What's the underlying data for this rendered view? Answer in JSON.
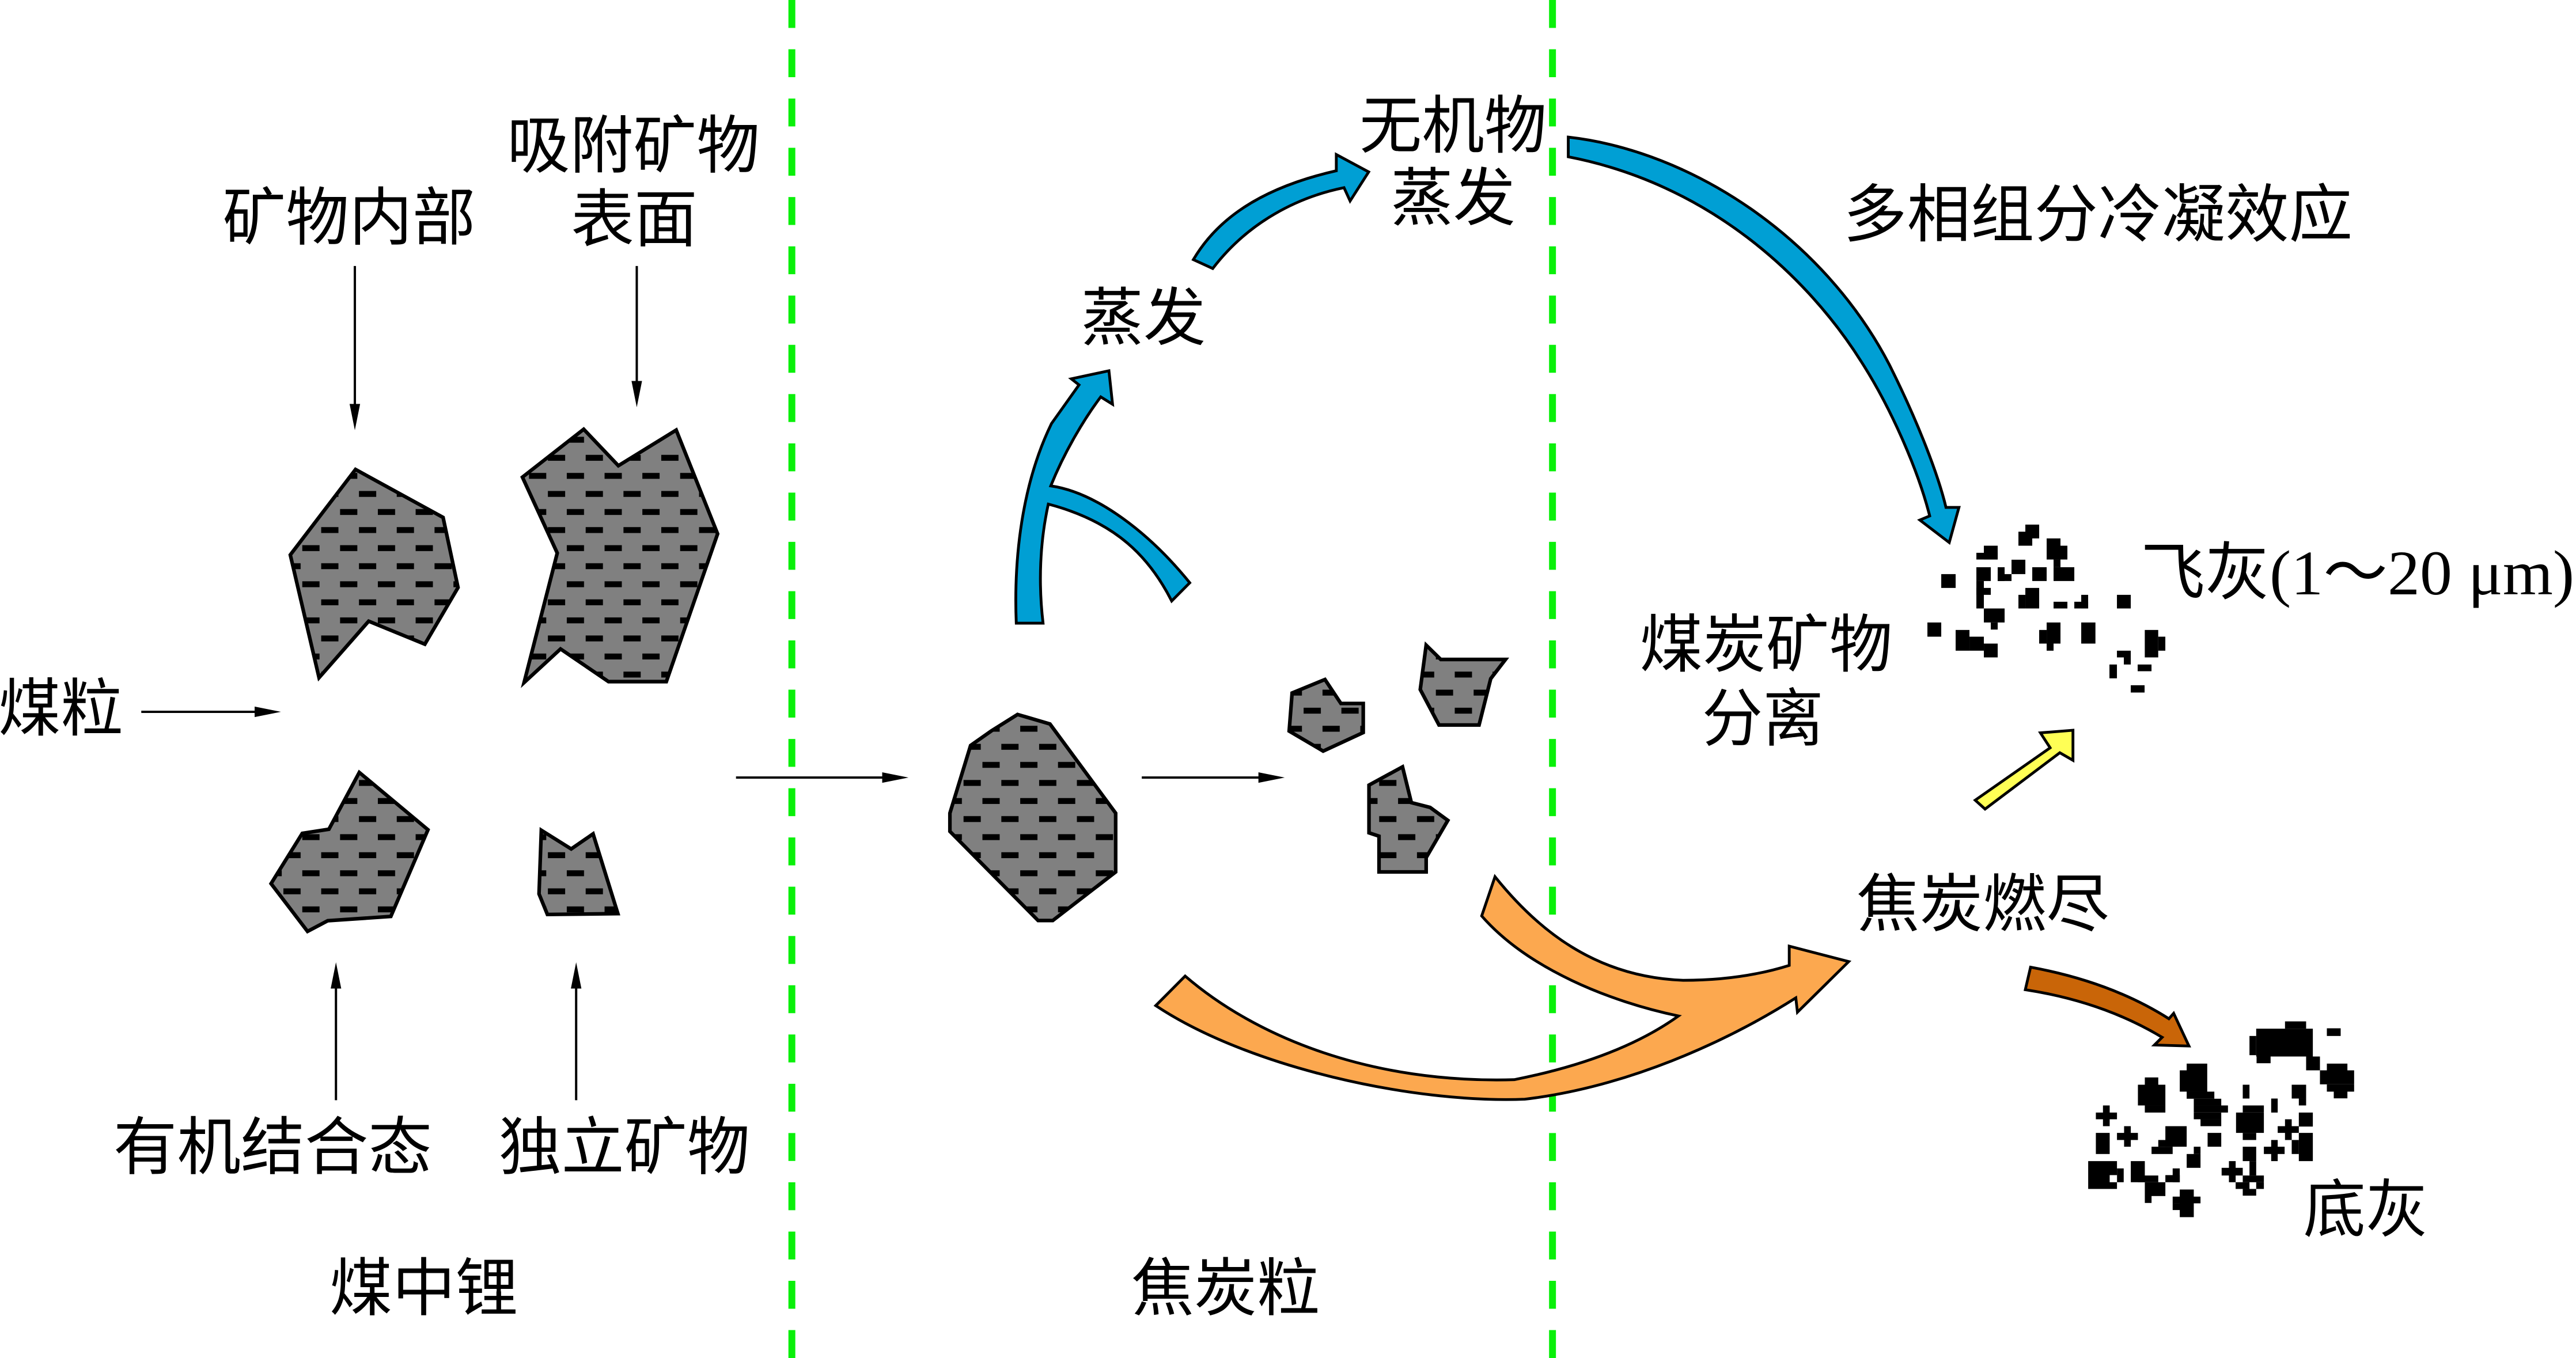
{
  "coal_lithium": {
    "caption": "煤中锂",
    "coal_particle_label": "煤粒",
    "occurrence_forms": {
      "mineral_interior": "矿物内部",
      "adsorbed_on_mineral_surface": [
        "吸附矿物",
        "表面"
      ],
      "organic_bound": "有机结合态",
      "independent_mineral": "独立矿物"
    }
  },
  "char_particle": {
    "caption": "焦炭粒",
    "evaporation_label": "蒸发"
  },
  "ash_formation": {
    "inorganic_evaporation": [
      "无机物",
      "蒸发"
    ],
    "multiphase_condensation": "多相组分冷凝效应",
    "fly_ash": "飞灰(1～20 μm)",
    "mineral_separation": [
      "煤炭矿物",
      "分离"
    ],
    "char_burnout": "焦炭燃尽",
    "bottom_ash": "底灰"
  },
  "colors": {
    "particle_fill": "#808080",
    "stage_divider": "#0AF00A",
    "evaporation_arrow": "#009FD4",
    "burnout_arrow": "#FCA84F",
    "fly_ash_arrow": "#FFFF55",
    "bottom_ash_arrow": "#C96508",
    "ash_particle": "#000000"
  }
}
